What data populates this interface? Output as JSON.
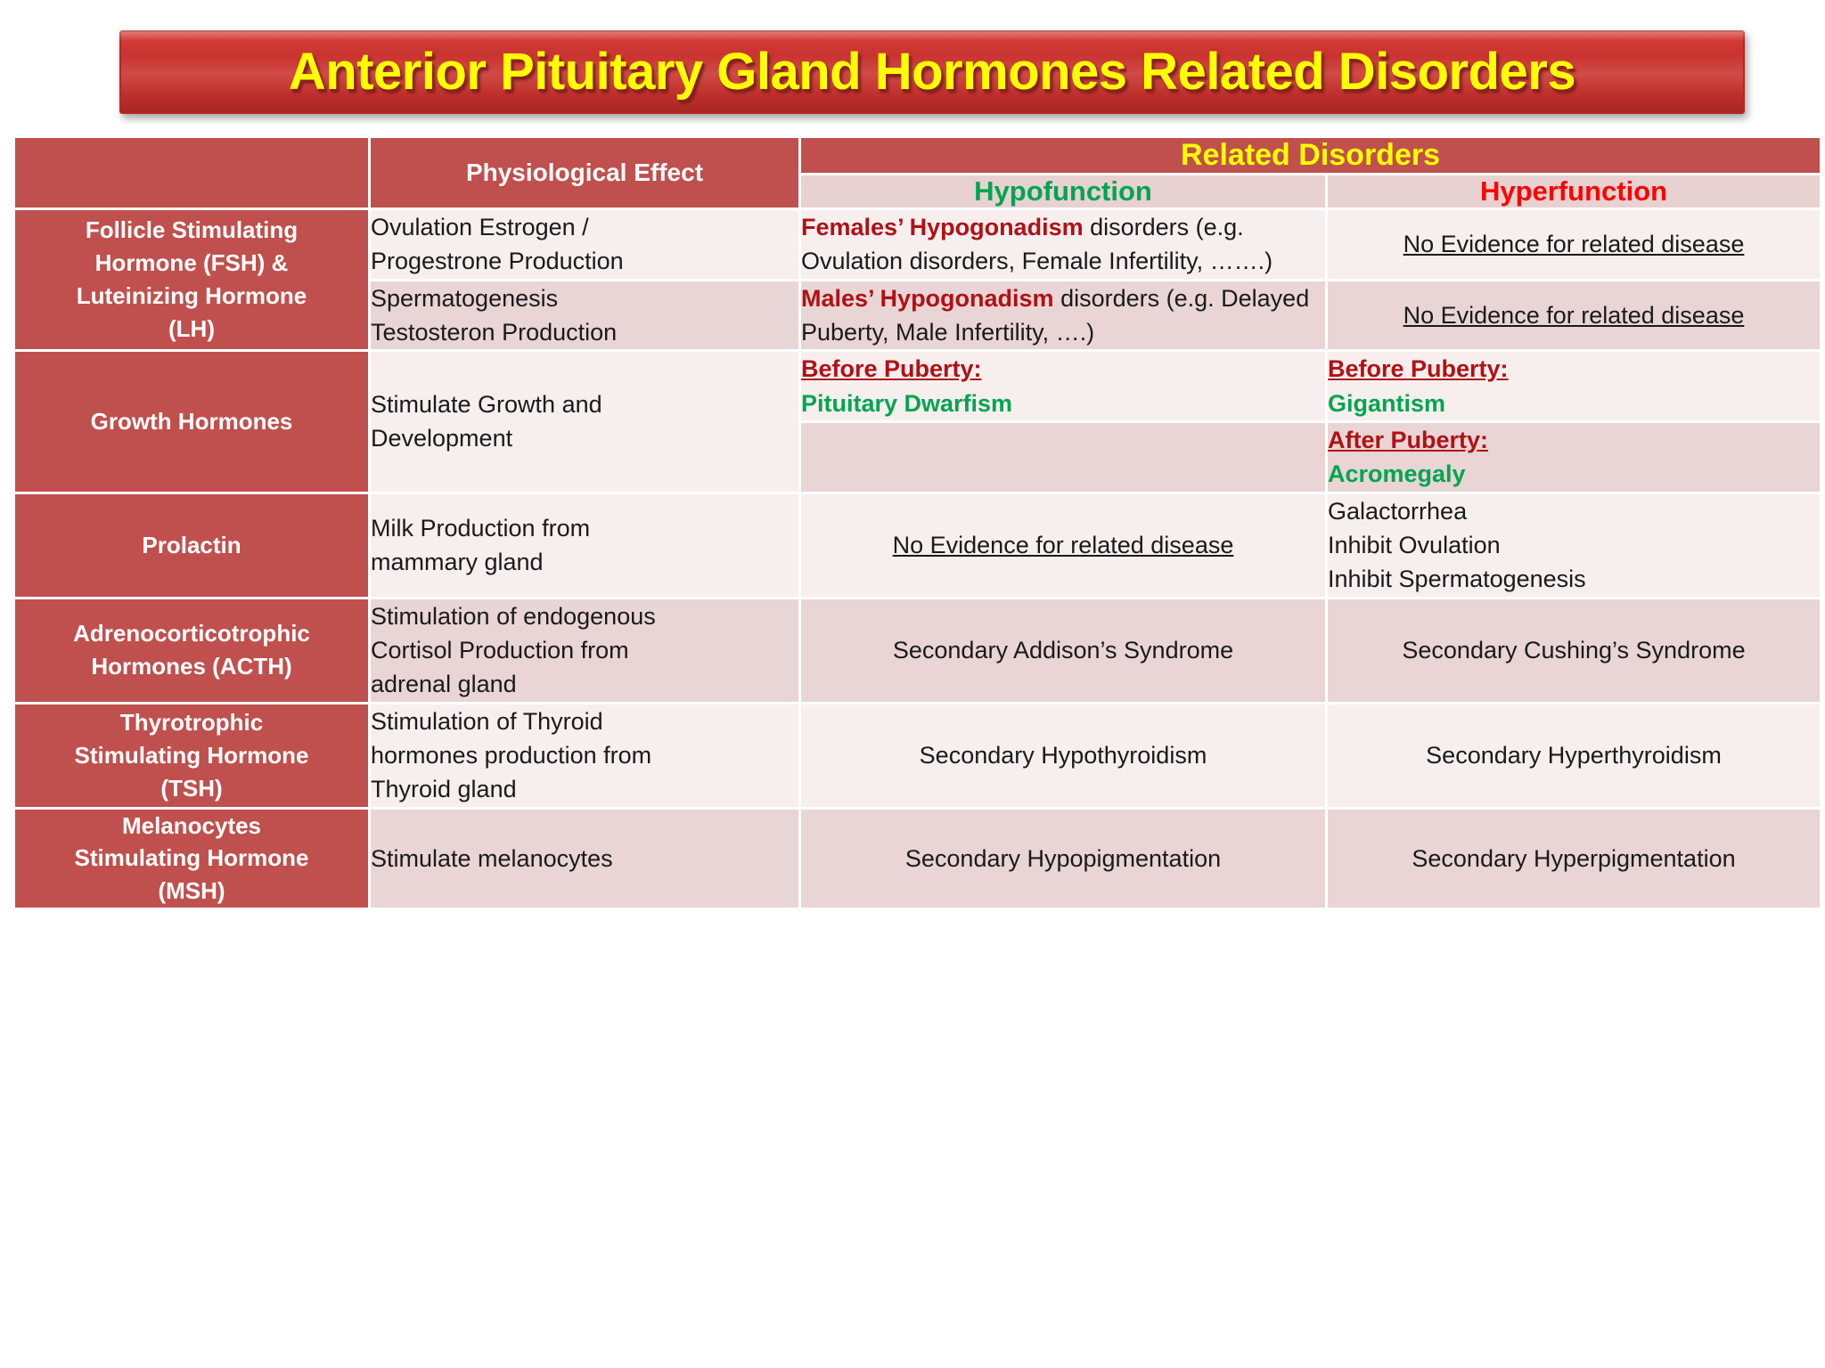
{
  "title": "Anterior Pituitary Gland Hormones Related Disorders",
  "colors": {
    "banner_red": "#c93430",
    "header_red": "#c0504d",
    "title_yellow": "#ffff00",
    "hypo_green": "#00a550",
    "hyper_red": "#ff0000",
    "emphasis_dark_red": "#b01116"
  },
  "table": {
    "headers": {
      "hormone": "",
      "physiological_effect": "Physiological Effect",
      "related_disorders": "Related Disorders",
      "hypofunction": "Hypofunction",
      "hyperfunction": "Hyperfunction"
    },
    "rows": [
      {
        "hormone": "Follicle Stimulating Hormone (FSH) & Luteinizing Hormone (LH)",
        "hormone_lines": [
          "Follicle Stimulating",
          "Hormone (FSH) &",
          "Luteinizing Hormone",
          "(LH)"
        ],
        "sub_rows": [
          {
            "effect_lines": [
              "Ovulation Estrogen /",
              "Progestrone Production"
            ],
            "hypo_emphasis": "Females’ Hypogonadism",
            "hypo_rest": " disorders (e.g. Ovulation disorders, Female Infertility, …….)",
            "hyper_underline": "No Evidence for related disease"
          },
          {
            "effect_lines": [
              "Spermatogenesis",
              "Testosteron Production"
            ],
            "hypo_emphasis": "Males’ Hypogonadism",
            "hypo_rest": " disorders (e.g. Delayed Puberty, Male Infertility, ….)",
            "hyper_underline": "No Evidence for related disease"
          }
        ]
      },
      {
        "hormone": "Growth Hormones",
        "hormone_lines": [
          "Growth Hormones"
        ],
        "effect_lines": [
          "Stimulate Growth and",
          "Development"
        ],
        "sub_rows": [
          {
            "hypo_label": "Before Puberty:",
            "hypo_value": "Pituitary Dwarfism",
            "hyper_label": "Before Puberty:",
            "hyper_value": "Gigantism"
          },
          {
            "hypo_label": "",
            "hypo_value": "",
            "hyper_label": "After Puberty:",
            "hyper_value": "Acromegaly"
          }
        ]
      },
      {
        "hormone": "Prolactin",
        "hormone_lines": [
          "Prolactin"
        ],
        "effect_lines": [
          "Milk Production from",
          "mammary gland"
        ],
        "hypo_underline": "No Evidence for related disease",
        "hyper_lines": [
          "Galactorrhea",
          "Inhibit Ovulation",
          "Inhibit Spermatogenesis"
        ]
      },
      {
        "hormone": "Adrenocorticotrophic Hormones (ACTH)",
        "hormone_lines": [
          "Adrenocorticotrophic",
          "Hormones (ACTH)"
        ],
        "effect_lines": [
          "Stimulation of endogenous",
          "Cortisol Production from",
          "adrenal gland"
        ],
        "hypo": "Secondary Addison’s Syndrome",
        "hyper": "Secondary Cushing’s Syndrome"
      },
      {
        "hormone": "Thyrotrophic Stimulating Hormone (TSH)",
        "hormone_lines": [
          "Thyrotrophic",
          "Stimulating Hormone",
          "(TSH)"
        ],
        "effect_lines": [
          "Stimulation of Thyroid",
          "hormones production from",
          "Thyroid gland"
        ],
        "hypo": "Secondary Hypothyroidism",
        "hyper": "Secondary Hyperthyroidism"
      },
      {
        "hormone": "Melanocytes Stimulating Hormone (MSH)",
        "hormone_lines": [
          "Melanocytes",
          "Stimulating Hormone",
          "(MSH)"
        ],
        "effect_lines": [
          "Stimulate melanocytes"
        ],
        "hypo": "Secondary Hypopigmentation",
        "hyper": "Secondary Hyperpigmentation"
      }
    ]
  }
}
